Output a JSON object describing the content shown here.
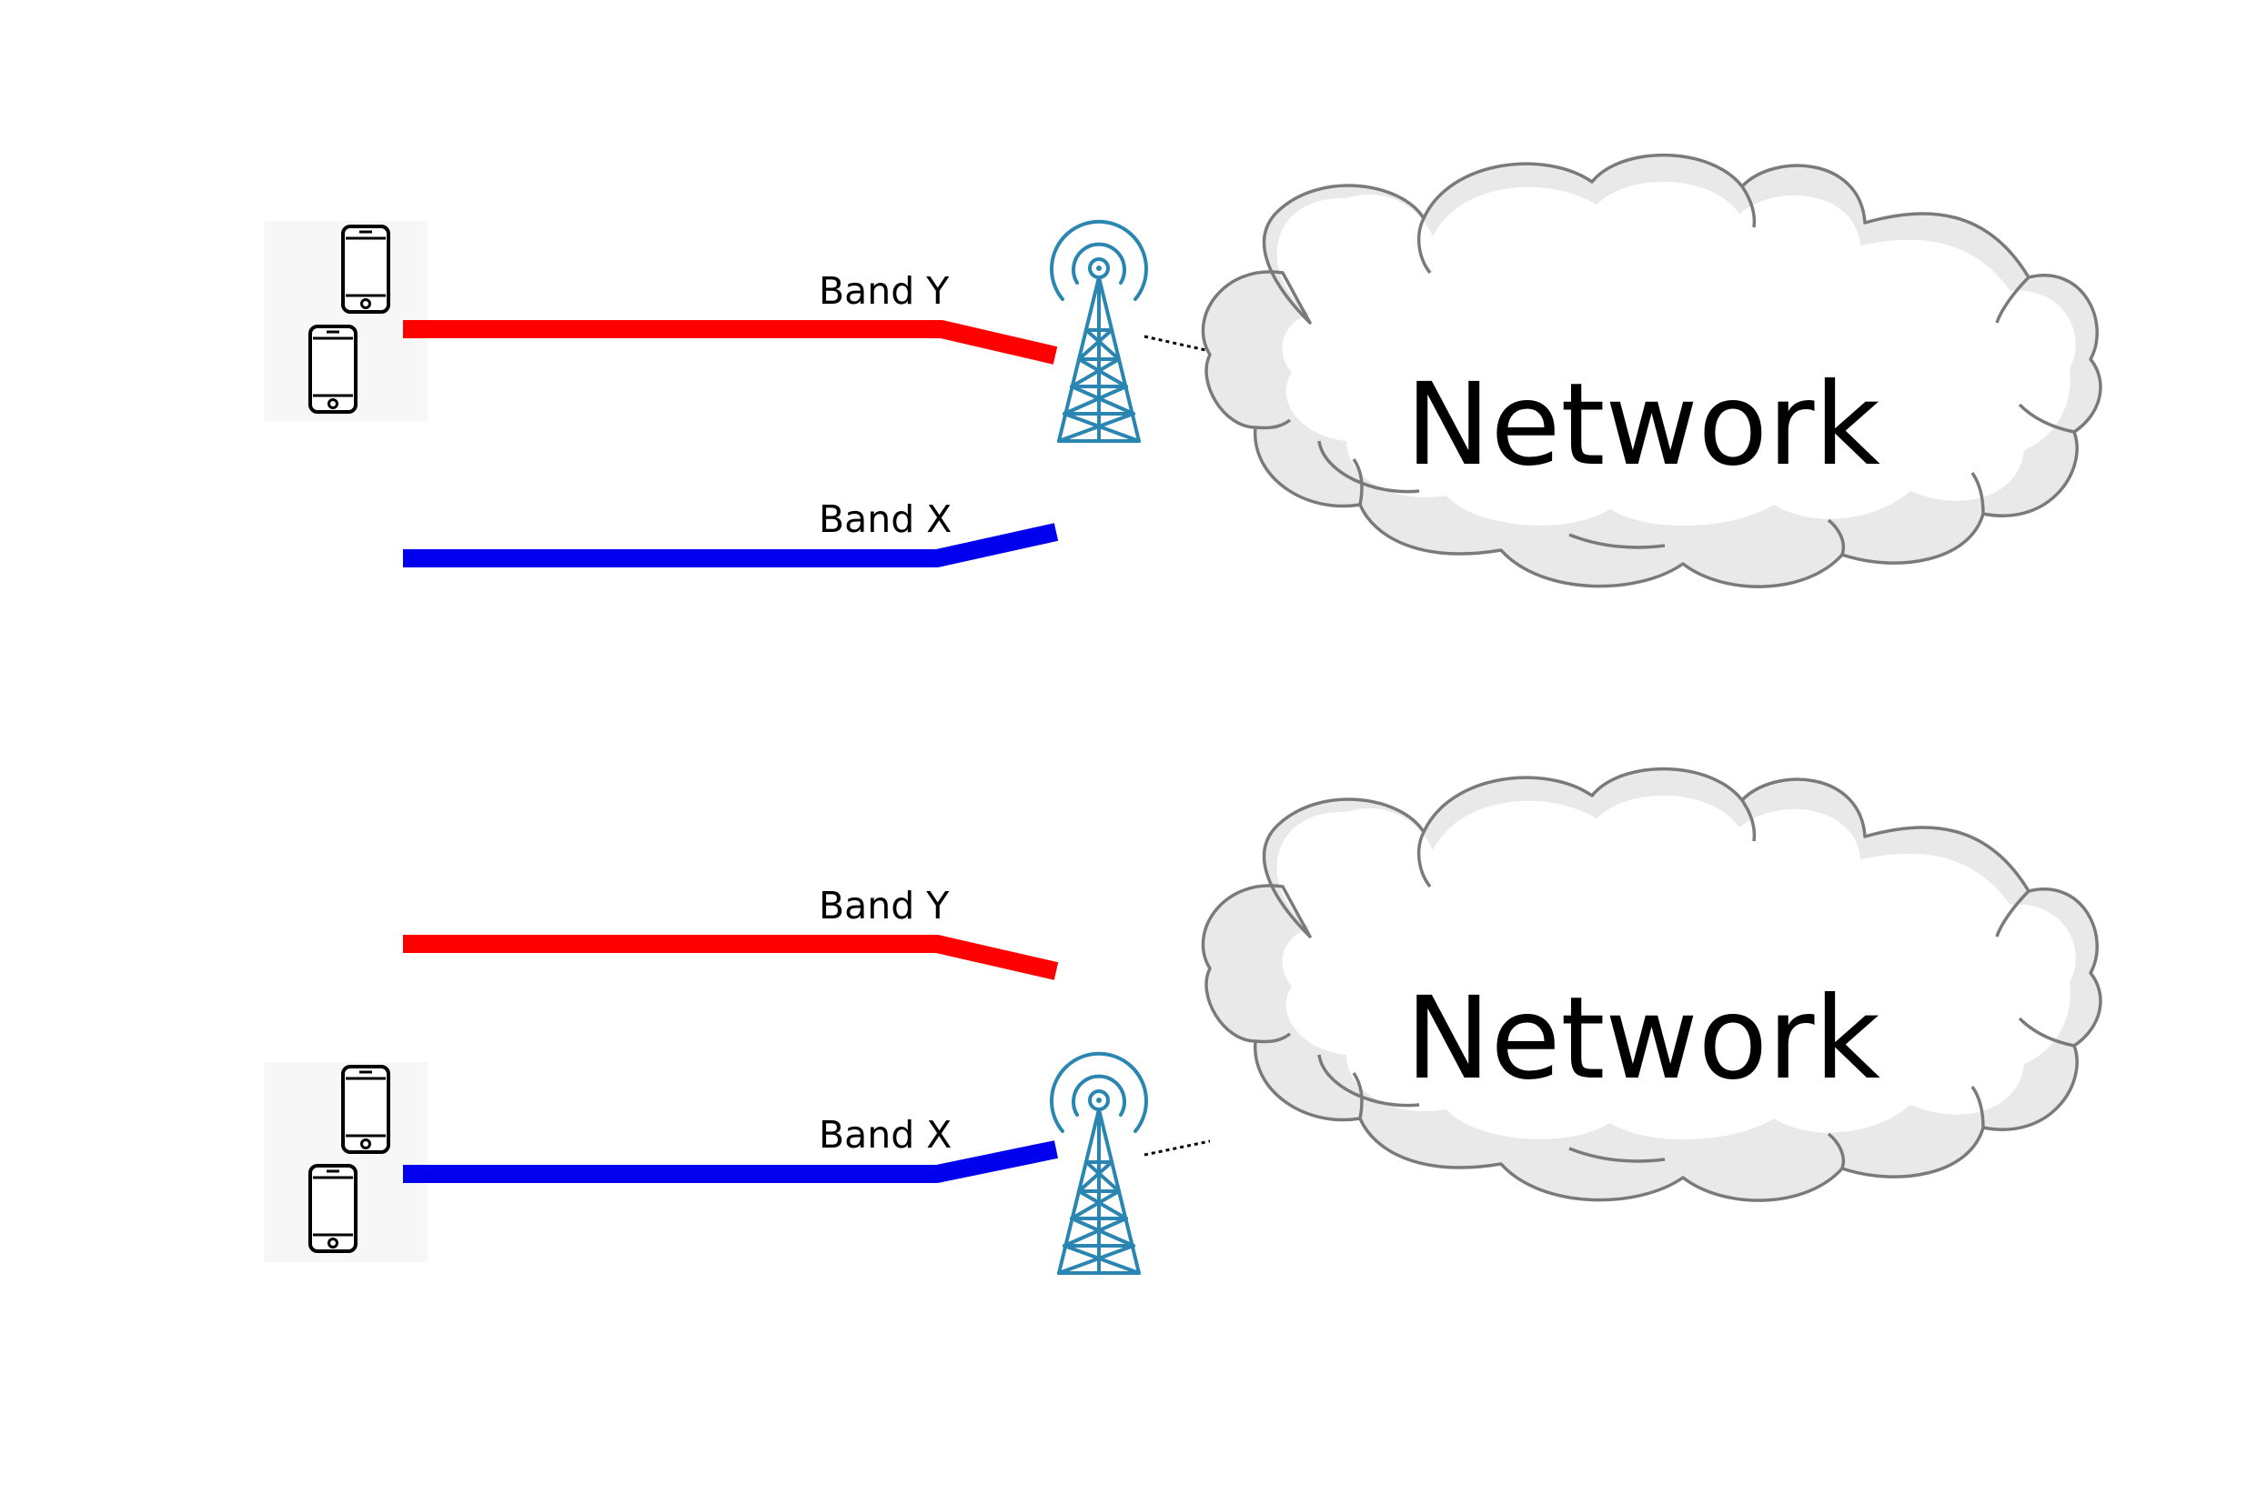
{
  "colors": {
    "band_y": "#ff0000",
    "band_x": "#0000ee",
    "tower": "#2a86b0",
    "cloud_fill": "#ffffff",
    "cloud_shadow": "#e9e9e9",
    "cloud_stroke": "#7a7a7a"
  },
  "icons": {
    "phone": "smartphone-icon",
    "tower": "cell-tower-icon",
    "cloud": "cloud-icon"
  },
  "panels": [
    {
      "band_y_label": "Band Y",
      "band_x_label": "Band X",
      "network_label": "Network",
      "devices_on": "Band Y"
    },
    {
      "band_y_label": "Band Y",
      "band_x_label": "Band X",
      "network_label": "Network",
      "devices_on": "Band X"
    }
  ]
}
